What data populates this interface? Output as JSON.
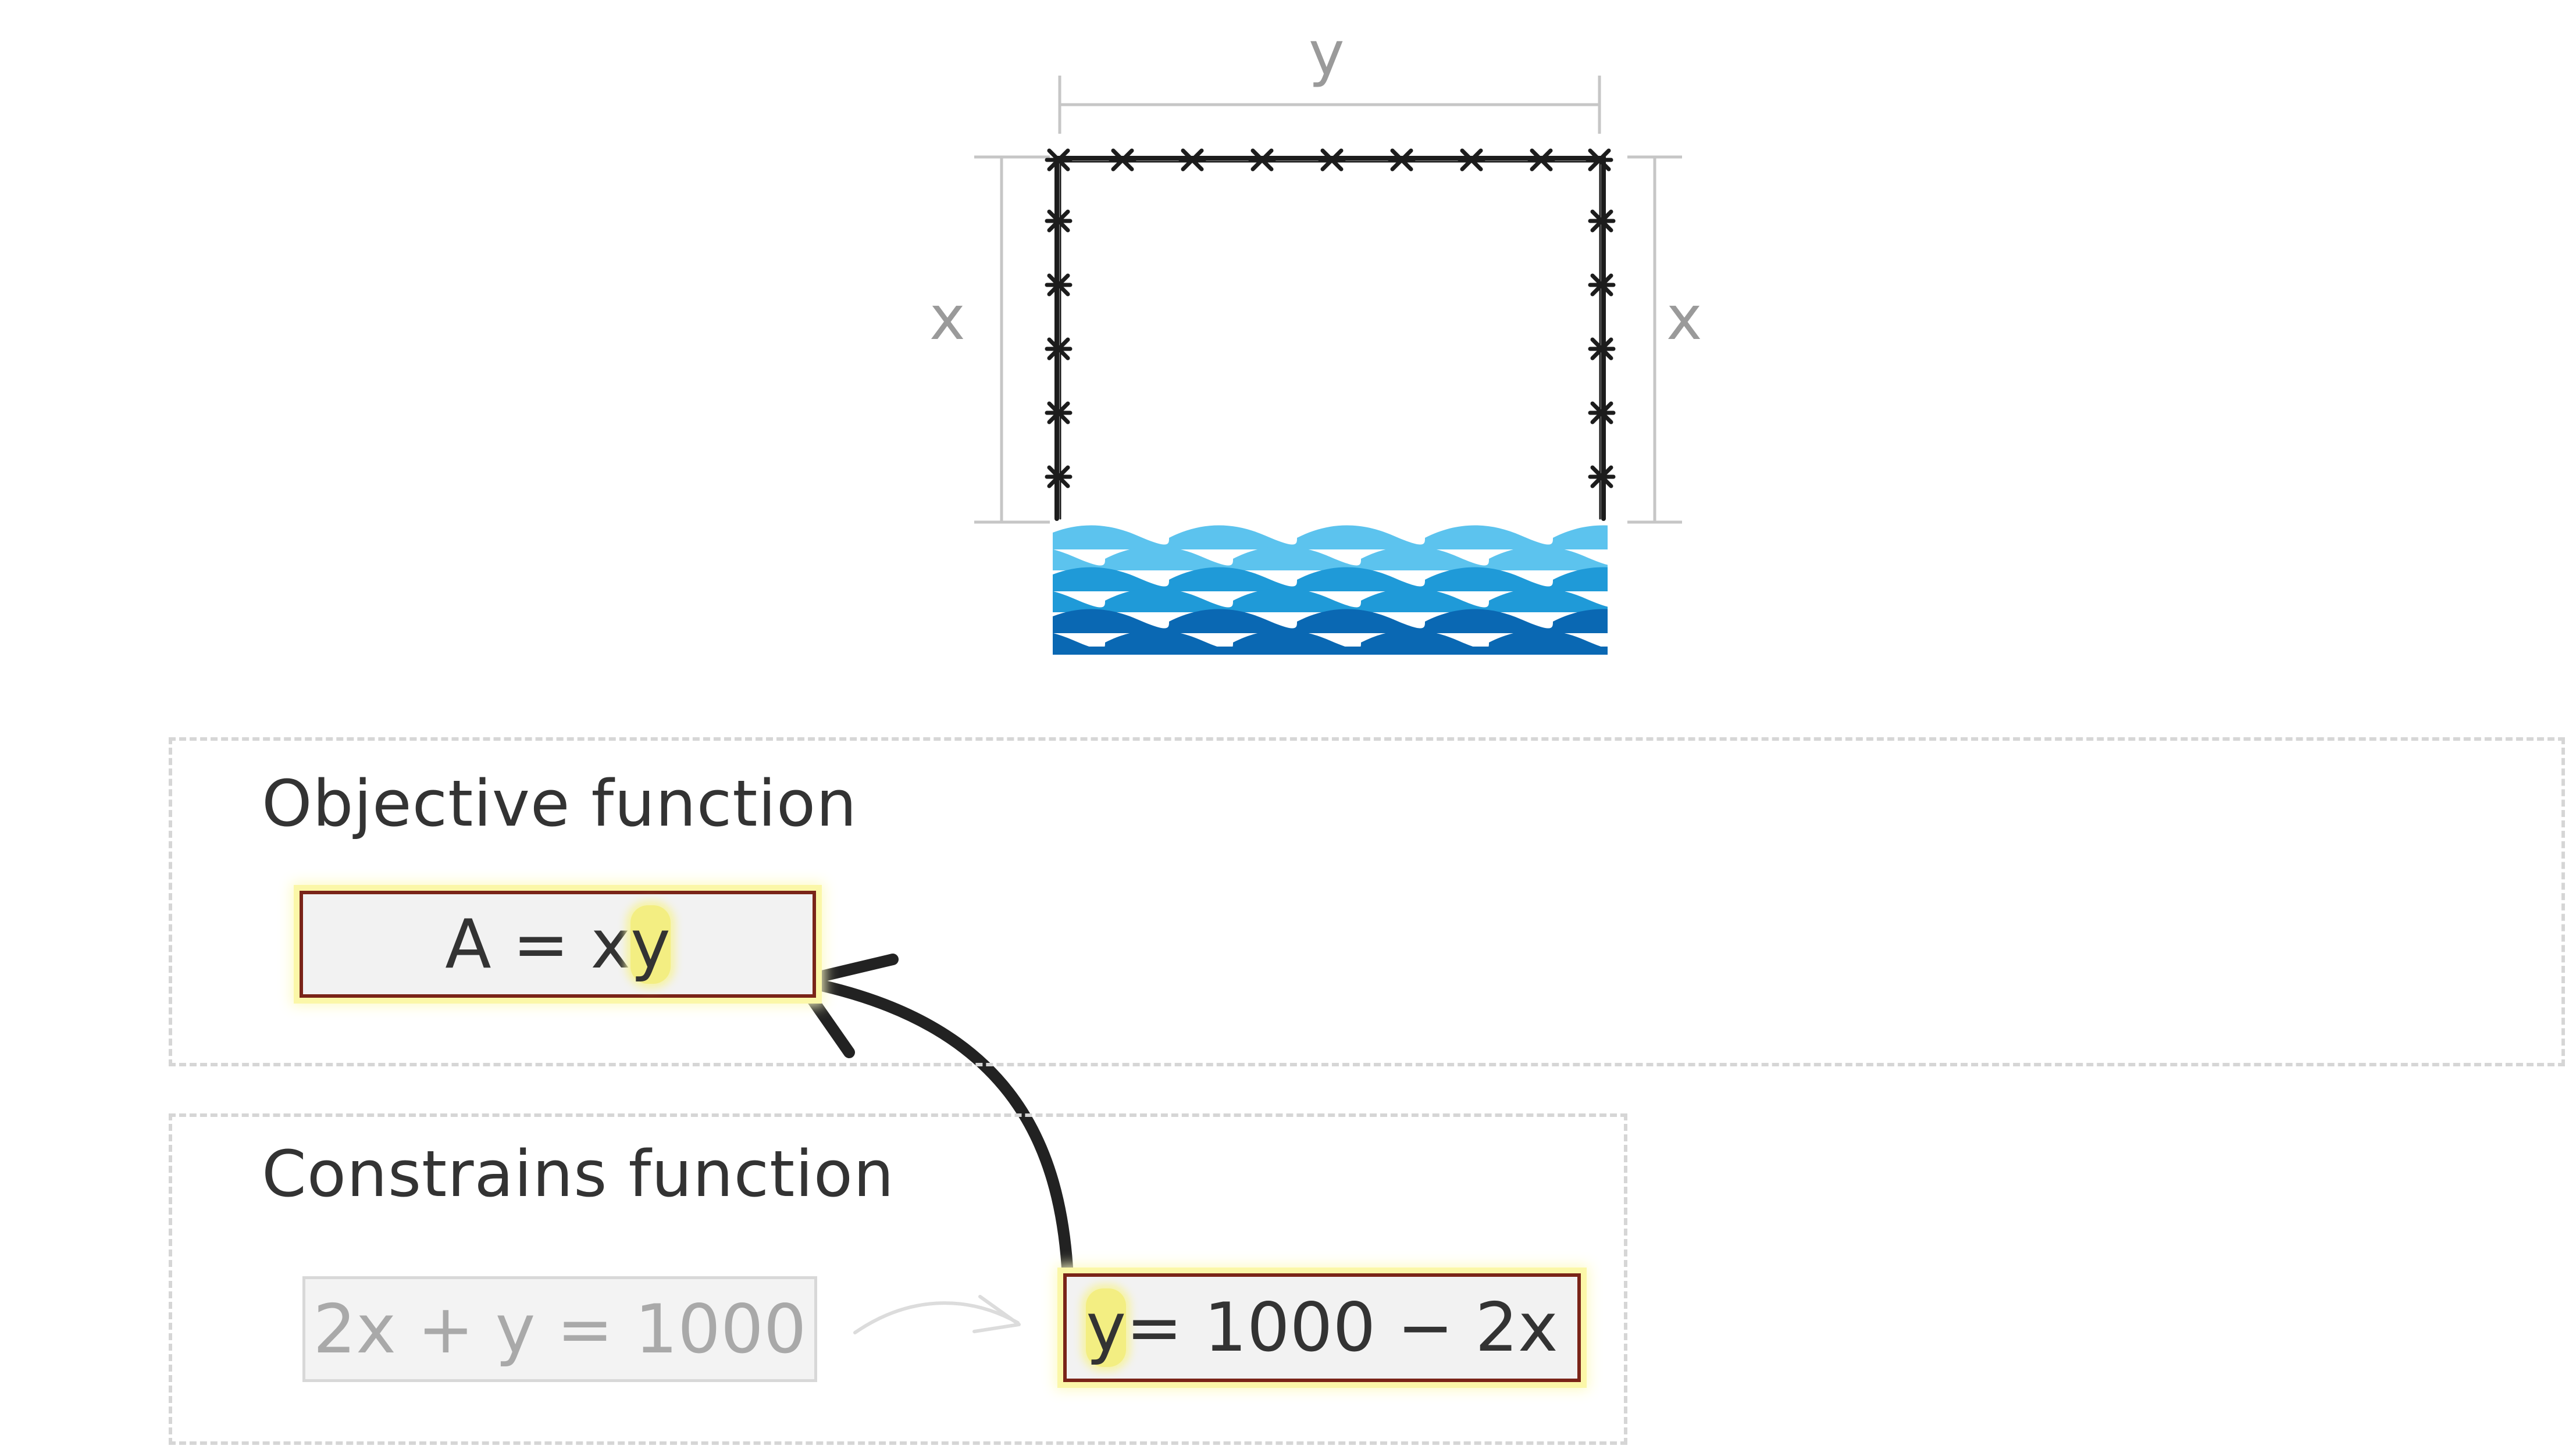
{
  "diagram": {
    "dimension_labels": {
      "top": "y",
      "left": "x",
      "right": "x"
    }
  },
  "objective": {
    "title": "Objective function",
    "equation": {
      "prefix": "A = x",
      "highlight": "y",
      "suffix": ""
    }
  },
  "constraints": {
    "title": "Constrains function",
    "original_equation": "2x + y = 1000",
    "solved_equation": {
      "prefix": "",
      "highlight": "y",
      "suffix": " = 1000 − 2x"
    }
  },
  "colors": {
    "dimension_line": "#c6c6c6",
    "fence": "#1c1c1c",
    "water_light": "#5cc3ee",
    "water_mid": "#1f9ad8",
    "water_dark": "#0a68b3",
    "box_border": "#7a2418",
    "highlight": "#f3ee82",
    "section_border": "#d6d6d6"
  },
  "icons": {
    "fence": "barbed-wire-fence",
    "water": "river-waves",
    "arrow_main": "curved-arrow-up-left",
    "arrow_faint": "thin-arrow-right"
  }
}
